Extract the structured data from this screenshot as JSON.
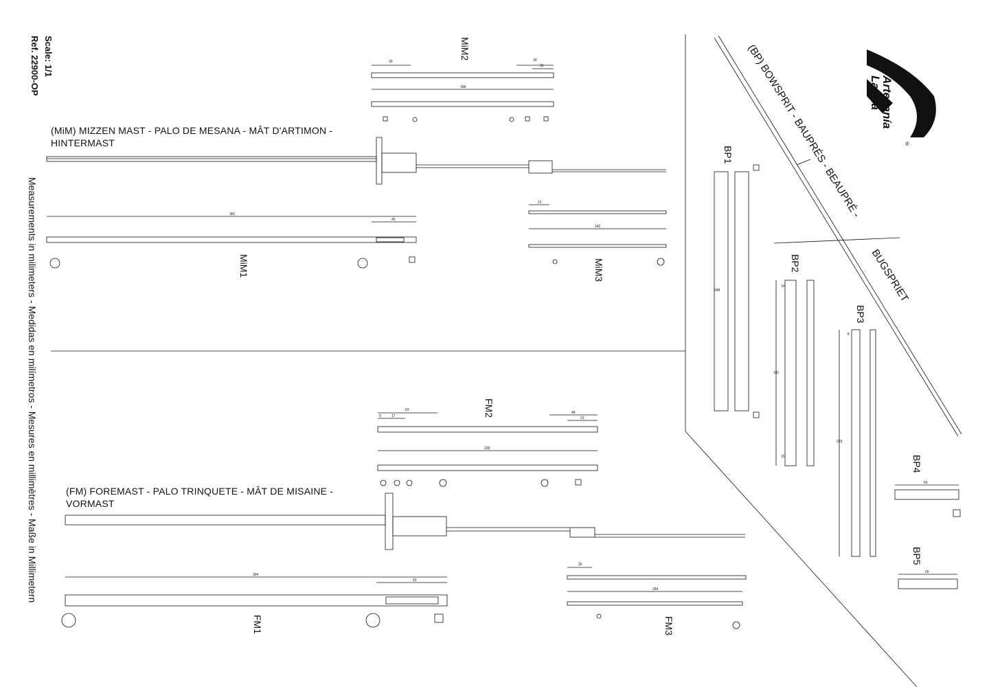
{
  "header": {
    "scale": "Scale: 1/1",
    "ref": "Ref. 22900-OP",
    "measurements": "Measurements in milimeters - Medidas en milímetros - Mesures en millimètres - Maße in Millimetern"
  },
  "logo": {
    "line1": "Artesanía",
    "line2": "Latina",
    "reg": "®"
  },
  "mizzen": {
    "title_line1": "(MiM) MIZZEN MAST - PALO DE MESANA - MÂT D'ARTIMON -",
    "title_line2": "HINTERMAST",
    "parts": {
      "mim1": "MiM1",
      "mim2": "MiM2",
      "mim3": "MiM3"
    },
    "dims": {
      "mim1_len": "381",
      "mim1_sec": "45",
      "mim2_a": "39",
      "mim2_b": "39",
      "mim2_c": "25",
      "mim2_len": "188",
      "mim3_a": "21",
      "mim3_len": "142"
    }
  },
  "foremast": {
    "title_line1": "(FM) FOREMAST - PALO TRINQUETE - MÂT DE MISAINE -",
    "title_line2": "VORMAST",
    "parts": {
      "fm1": "FM1",
      "fm2": "FM2",
      "fm3": "FM3"
    },
    "dims": {
      "fm1_len": "394",
      "fm1_sec": "63",
      "fm2_a": "63",
      "fm2_b": "9",
      "fm2_c": "17",
      "fm2_d": "48",
      "fm2_e": "31",
      "fm2_len": "228",
      "fm3_a": "26",
      "fm3_len": "184"
    }
  },
  "bowsprit": {
    "title_line1": "(BP) BOWSPRIT - BAUPRÉS - BEAUPRÉ -",
    "title_line2": "BUGSPRIET",
    "parts": {
      "bp1": "BP1",
      "bp2": "BP2",
      "bp3": "BP3",
      "bp4": "BP4",
      "bp5": "BP5"
    },
    "dims": {
      "bp1_len": "248",
      "bp2_len": "181",
      "bp2_a": "14",
      "bp2_b": "15",
      "bp3_len": "233",
      "bp3_a": "8",
      "bp4_len": "66",
      "bp5_len": "60"
    }
  },
  "colors": {
    "line": "#111111",
    "background": "#ffffff"
  }
}
